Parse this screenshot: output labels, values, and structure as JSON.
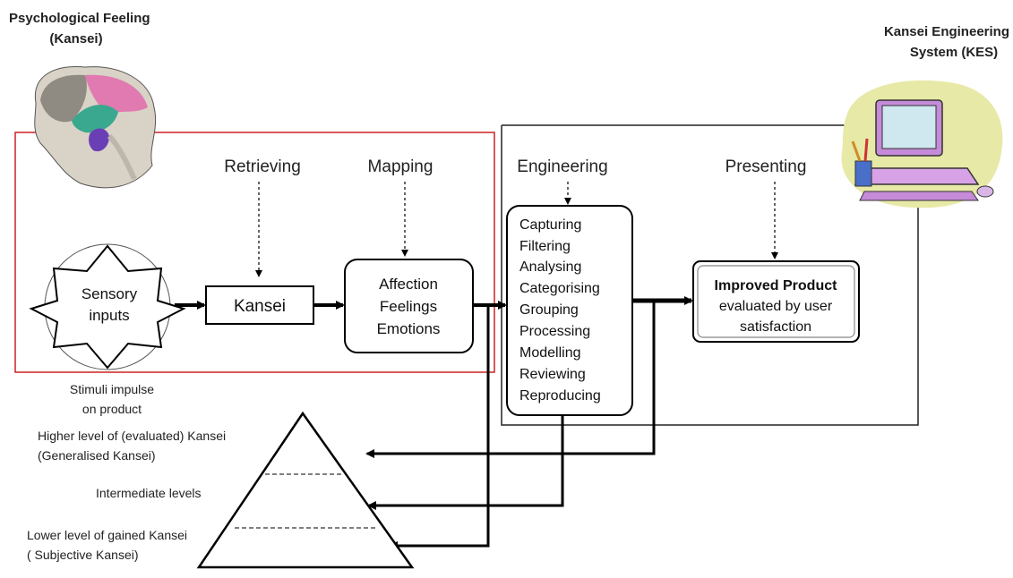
{
  "headings": {
    "left_title_line1": "Psychological Feeling",
    "left_title_line2": "(Kansei)",
    "right_title_line1": "Kansei Engineering",
    "right_title_line2": "System (KES)"
  },
  "stages": {
    "retrieving": "Retrieving",
    "mapping": "Mapping",
    "engineering": "Engineering",
    "presenting": "Presenting"
  },
  "boxes": {
    "sensory_line1": "Sensory",
    "sensory_line2": "inputs",
    "kansei": "Kansei",
    "affection_lines": [
      "Affection",
      "Feelings",
      "Emotions"
    ],
    "engineering_steps": [
      "Capturing",
      "Filtering",
      "Analysing",
      "Categorising",
      "Grouping",
      "Processing",
      "Modelling",
      "Reviewing",
      "Reproducing"
    ],
    "product_title": "Improved Product",
    "product_line2": "evaluated by user",
    "product_line3": "satisfaction"
  },
  "labels": {
    "stimuli_line1": "Stimuli impulse",
    "stimuli_line2": "on product",
    "higher_line1": "Higher level of  (evaluated) Kansei",
    "higher_line2": "(Generalised Kansei)",
    "intermediate": "Intermediate levels",
    "lower_line1": "Lower level of gained Kansei",
    "lower_line2": "( Subjective Kansei)"
  },
  "colors": {
    "psych_frame": "#cc2222",
    "kes_frame": "#222222",
    "brain_pink": "#e07ab0",
    "brain_teal": "#3aa88e",
    "computer_purple": "#c58ad8",
    "computer_blob": "#e7e9a6"
  },
  "icons": {
    "brain": "brain-icon",
    "computer": "computer-icon"
  }
}
